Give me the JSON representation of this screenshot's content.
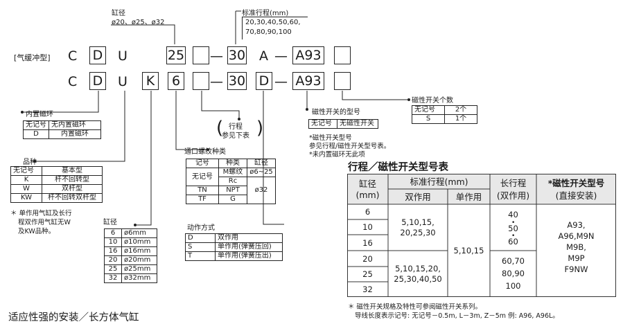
{
  "top": {
    "bore_label": "缸径",
    "bore_values": "ø20、ø25、ø32",
    "stroke_label": "标准行程(mm)",
    "stroke_line1": "20,30,40,50,60,",
    "stroke_line2": "70,80,90,100"
  },
  "row1": {
    "prefix": "[气缓冲型]",
    "c": "C",
    "d": "D",
    "u": "U",
    "bore": "25",
    "dash1": "—",
    "stroke": "30",
    "a": "A",
    "dash2": "—",
    "switch": "A93"
  },
  "row2": {
    "c": "C",
    "d": "D",
    "u": "U",
    "k": "K",
    "six": "6",
    "dash1": "—",
    "stroke": "30",
    "d2": "D",
    "dash2": "—",
    "switch": "A93"
  },
  "magnet": {
    "label": "内置磁环",
    "rows": [
      [
        "无记号",
        "无内置磁环"
      ],
      [
        "D",
        "内置磁环"
      ]
    ]
  },
  "variety": {
    "label": "品种",
    "rows": [
      [
        "无记号",
        "基本型"
      ],
      [
        "K",
        "杆不回转型"
      ],
      [
        "W",
        "双杆型"
      ],
      [
        "KW",
        "杆不回转双杆型"
      ]
    ],
    "note1": "＊ 单作用气缸及长行",
    "note2": "程双作用气缸无W",
    "note3": "及KW品种。"
  },
  "bore_table": {
    "label": "缸径",
    "rows": [
      [
        "6",
        "ø6mm"
      ],
      [
        "10",
        "ø10mm"
      ],
      [
        "16",
        "ø16mm"
      ],
      [
        "20",
        "ø20mm"
      ],
      [
        "25",
        "ø25mm"
      ],
      [
        "32",
        "ø32mm"
      ]
    ]
  },
  "stroke_ref": {
    "line1": "行程",
    "line2": "参见下表",
    "lp": "(",
    "rp": ")"
  },
  "port": {
    "label": "通口螺纹种类",
    "header": [
      "记号",
      "种类",
      "缸径"
    ],
    "none": "无记号",
    "m": "M螺纹",
    "m_range": "ø6~25",
    "rc": "Rc",
    "tn": "TN",
    "npt": "NPT",
    "d32": "ø32",
    "tf": "TF",
    "g": "G"
  },
  "action": {
    "label": "动作方式",
    "rows": [
      [
        "D",
        "双作用"
      ],
      [
        "S",
        "单作用(弹簧压回)"
      ],
      [
        "T",
        "单作用(弹簧压出)"
      ]
    ]
  },
  "switch_type": {
    "label": "磁性开关的型号",
    "rows": [
      [
        "无记号",
        "无磁性开关"
      ]
    ],
    "note1": "*磁性开关型号",
    "note2": "参见行程/磁性开关型号表。",
    "note3": "*未内置磁环无此项"
  },
  "switch_count": {
    "label": "磁性开关个数",
    "rows": [
      [
        "无记号",
        "2个"
      ],
      [
        "S",
        "1个"
      ]
    ]
  },
  "big_table": {
    "title": "行程／磁性开关型号表",
    "h_bore1": "缸径",
    "h_bore2": "(mm)",
    "h_std": "标准行程(mm)",
    "h_double": "双作用",
    "h_single": "单作用",
    "h_long1": "长行程",
    "h_long2": "(双作用)",
    "h_sw1": "*磁性开关型号",
    "h_sw2": "(直接安装)",
    "bores": [
      "6",
      "10",
      "16",
      "20",
      "25",
      "32"
    ],
    "double_small_1": "5,10,15,",
    "double_small_2": "20,25,30",
    "double_large_1": "5,10,15,20,",
    "double_large_2": "25,30,40,50",
    "single": "5,10,15",
    "long_small_1": "40",
    "long_small_2": "50",
    "long_small_3": "60",
    "long_large_1": "60,70",
    "long_large_2": "80,90",
    "long_large_3": "100",
    "sw_1": "A93,",
    "sw_2": "A96,M9N",
    "sw_3": "M9B,",
    "sw_4": "M9P",
    "sw_5": "F9NW"
  },
  "footnote": {
    "line1": "＊ 磁性开关规格及特性可参阅磁性开关系列。",
    "line2": "导线长度表示记号: 无记号－0.5m, L－3m, Z－5m 例: A96, A96L。"
  },
  "bottom_title": "适应性强的安装／长方体气缸"
}
